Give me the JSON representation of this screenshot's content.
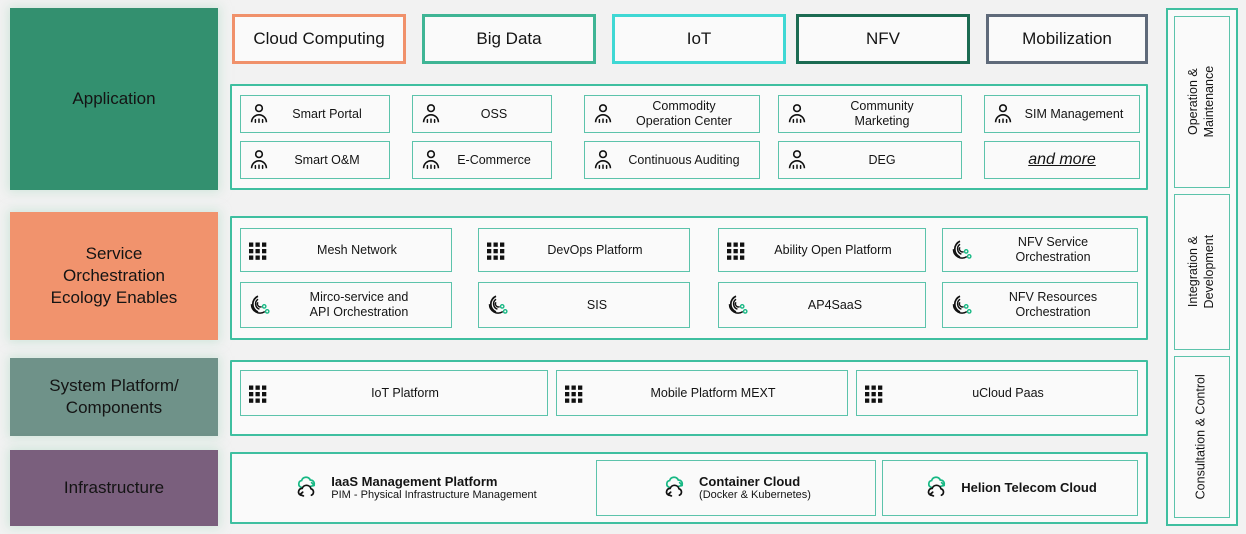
{
  "title": "Telecom Cloud Layered Architecture",
  "colors": {
    "accent_teal": "#3fbfa0",
    "box_teal": "#5cc3ab",
    "application_layer": "#33906f",
    "service_layer": "#f1936d",
    "platform_layer": "#6f9289",
    "infrastructure_layer": "#7a5f7d",
    "background": "#f2f2f2",
    "box_fill": "#fafafa"
  },
  "top_tags": [
    {
      "label": "Cloud Computing",
      "border_color": "#f0916b"
    },
    {
      "label": "Big Data",
      "border_color": "#3fb595"
    },
    {
      "label": "IoT",
      "border_color": "#3fd8d4"
    },
    {
      "label": "NFV",
      "border_color": "#1c6b52"
    },
    {
      "label": "Mobilization",
      "border_color": "#5f6a7a"
    }
  ],
  "layers": [
    {
      "name": "application",
      "label": "Application",
      "items": [
        {
          "label": "Smart Portal",
          "icon": "person-icon",
          "lines": 1
        },
        {
          "label": "OSS",
          "icon": "person-icon",
          "lines": 1
        },
        {
          "label": "Commodity\nOperation Center",
          "icon": "person-icon",
          "lines": 2
        },
        {
          "label": "Community\nMarketing",
          "icon": "person-icon",
          "lines": 2
        },
        {
          "label": "SIM Management",
          "icon": "person-icon",
          "lines": 1
        },
        {
          "label": "Smart O&M",
          "icon": "person-icon",
          "lines": 1
        },
        {
          "label": "E-Commerce",
          "icon": "person-icon",
          "lines": 1
        },
        {
          "label": "Continuous Auditing",
          "icon": "person-icon",
          "lines": 1
        },
        {
          "label": "DEG",
          "icon": "person-icon",
          "lines": 1
        },
        {
          "label": "and more",
          "icon": "none",
          "lines": 1
        }
      ]
    },
    {
      "name": "service",
      "label": "Service\nOrchestration\nEcology Enables",
      "items": [
        {
          "label": "Mesh Network",
          "icon": "grid-dots-icon",
          "lines": 1
        },
        {
          "label": "DevOps Platform",
          "icon": "grid-dots-icon",
          "lines": 1
        },
        {
          "label": "Ability Open Platform",
          "icon": "grid-dots-icon",
          "lines": 1
        },
        {
          "label": "NFV Service\nOrchestration",
          "icon": "orchestration-icon",
          "lines": 2
        },
        {
          "label": "Mirco-service and\nAPI Orchestration",
          "icon": "orchestration-icon",
          "lines": 2
        },
        {
          "label": "SIS",
          "icon": "orchestration-icon",
          "lines": 1
        },
        {
          "label": "AP4SaaS",
          "icon": "orchestration-icon",
          "lines": 1
        },
        {
          "label": "NFV Resources\nOrchestration",
          "icon": "orchestration-icon",
          "lines": 2
        }
      ]
    },
    {
      "name": "platform",
      "label": "System Platform/\nComponents",
      "items": [
        {
          "label": "IoT Platform",
          "icon": "grid-dots-icon",
          "lines": 1
        },
        {
          "label": "Mobile Platform MEXT",
          "icon": "grid-dots-icon",
          "lines": 1
        },
        {
          "label": "uCloud Paas",
          "icon": "grid-dots-icon",
          "lines": 1
        }
      ]
    },
    {
      "name": "infrastructure",
      "label": "Infrastructure",
      "items": [
        {
          "title": "IaaS Management Platform",
          "subtitle": "PIM - Physical Infrastructure Management",
          "icon": "cloud-sync-icon",
          "bordered": false
        },
        {
          "title": "Container Cloud",
          "subtitle": "(Docker & Kubernetes)",
          "icon": "cloud-sync-icon",
          "bordered": true
        },
        {
          "title": "Helion Telecom Cloud",
          "subtitle": "",
          "icon": "cloud-sync-icon",
          "bordered": true
        }
      ]
    }
  ],
  "sidebar": {
    "items": [
      {
        "label": "Operation &\nMaintenance"
      },
      {
        "label": "Integration &\nDevelopment"
      },
      {
        "label": "Consultation & Control"
      }
    ]
  }
}
